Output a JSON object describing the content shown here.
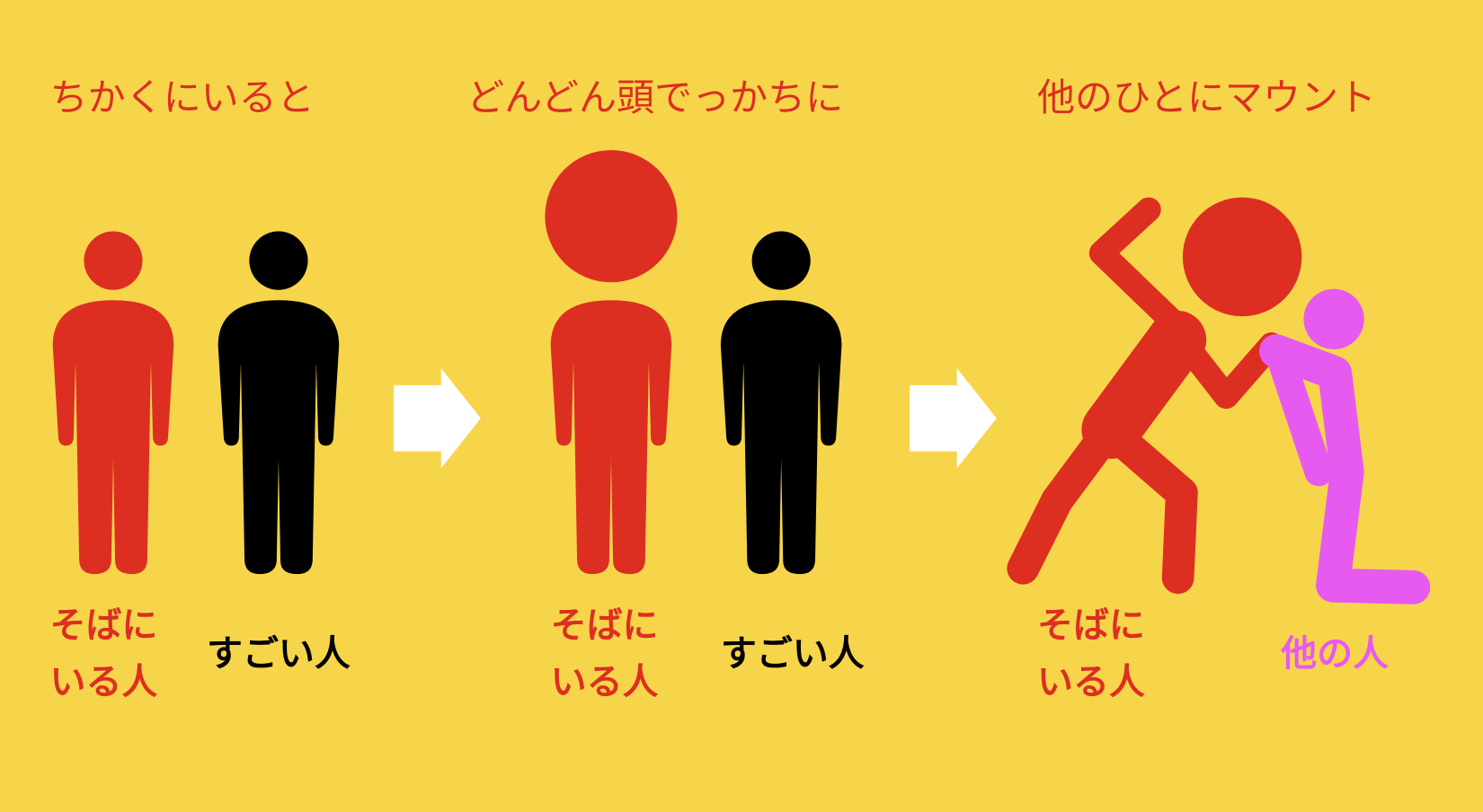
{
  "colors": {
    "background": "#F7D54A",
    "red": "#DC2F22",
    "black": "#000000",
    "pink": "#E65AF0",
    "arrow": "#FFFFFF"
  },
  "titles": [
    "ちかくにいると",
    "どんどん頭でっかちに",
    "他のひとにマウント"
  ],
  "labels": {
    "nearby_line1": "そばに",
    "nearby_line2": "いる人",
    "great_person": "すごい人",
    "other_person": "他の人"
  }
}
